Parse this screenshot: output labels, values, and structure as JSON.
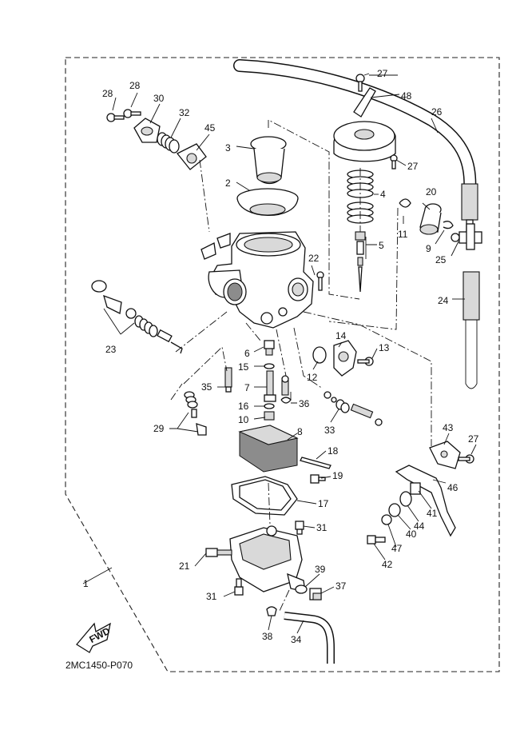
{
  "diagram": {
    "code": "2MC1450-P070",
    "fwd_label": "FWD",
    "callouts": {
      "c1": "1",
      "c2": "2",
      "c3": "3",
      "c4": "4",
      "c5": "5",
      "c6": "6",
      "c7": "7",
      "c8": "8",
      "c9": "9",
      "c10": "10",
      "c11": "11",
      "c12": "12",
      "c13": "13",
      "c14": "14",
      "c15": "15",
      "c16": "16",
      "c17": "17",
      "c18": "18",
      "c19": "19",
      "c20": "20",
      "c21": "21",
      "c22": "22",
      "c23": "23",
      "c24": "24",
      "c25": "25",
      "c26": "26",
      "c27a": "27",
      "c27b": "27",
      "c27c": "27",
      "c28a": "28",
      "c28b": "28",
      "c29": "29",
      "c30": "30",
      "c31a": "31",
      "c31b": "31",
      "c32": "32",
      "c33": "33",
      "c34": "34",
      "c35": "35",
      "c36": "36",
      "c37": "37",
      "c38": "38",
      "c39": "39",
      "c40": "40",
      "c41": "41",
      "c42": "42",
      "c43": "43",
      "c44": "44",
      "c45": "45",
      "c46": "46",
      "c47": "47",
      "c48": "48"
    }
  }
}
